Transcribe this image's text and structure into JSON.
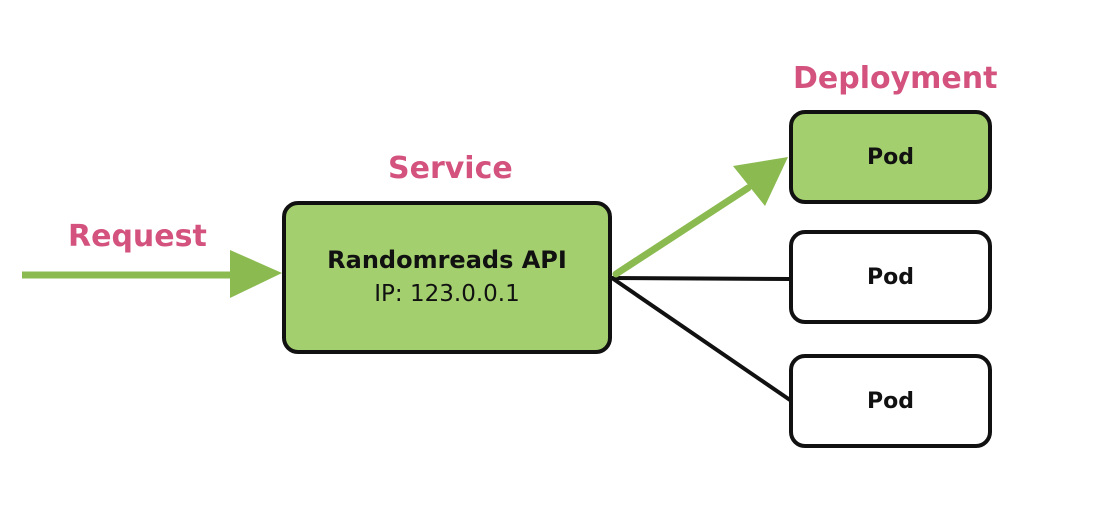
{
  "labels": {
    "request": "Request",
    "service": "Service",
    "deployment": "Deployment"
  },
  "service": {
    "name": "Randomreads API",
    "ip": "IP: 123.0.0.1"
  },
  "deployment": {
    "pods": [
      {
        "label": "Pod",
        "active": true
      },
      {
        "label": "Pod",
        "active": false
      },
      {
        "label": "Pod",
        "active": false
      }
    ]
  },
  "colors": {
    "accent_text": "#d4527e",
    "active_fill": "#a3cf6e",
    "request_arrow": "#8bbb50",
    "border": "#111111",
    "inactive_fill": "#ffffff"
  }
}
